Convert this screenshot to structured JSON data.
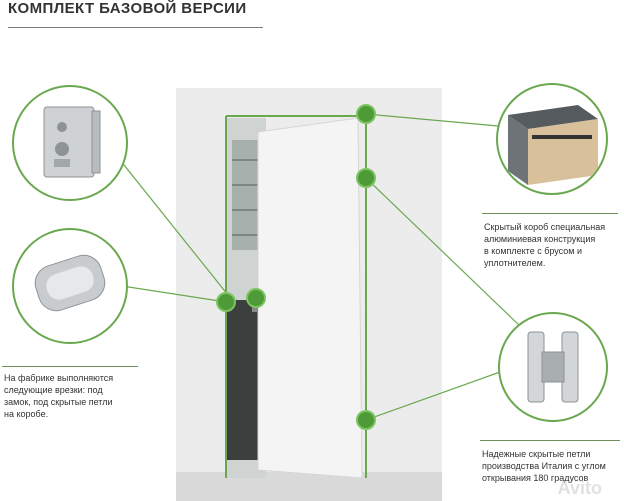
{
  "title": "КОМПЛЕКТ БАЗОВОЙ ВЕРСИИ",
  "left_note": {
    "lines": [
      "На фабрике выполняются",
      "следующие врезки: под",
      "замок, под скрытые петли",
      "на коробе."
    ]
  },
  "right_top_note": {
    "lines": [
      "Скрытый короб специальная",
      "алюминиевая конструкция",
      "в комплекте с брусом и",
      "уплотнителем."
    ]
  },
  "right_bottom_note": {
    "lines": [
      "Надежные скрытые петли",
      "производства Италия с углом",
      "открывания 180 градусов"
    ]
  },
  "watermark": "Avito",
  "colors": {
    "accent": "#4e9a38",
    "line": "#6aa84f"
  }
}
